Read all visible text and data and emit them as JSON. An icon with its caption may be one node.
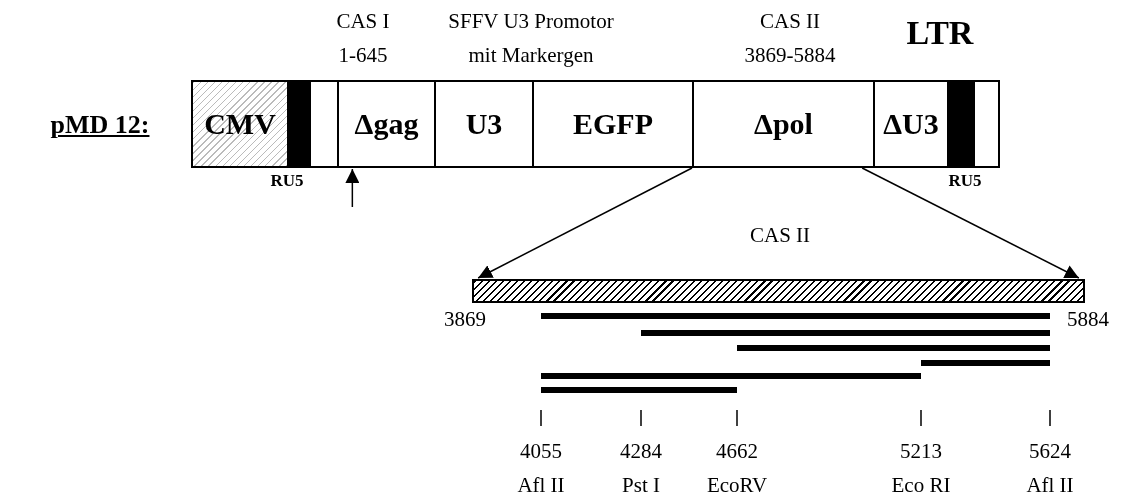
{
  "diagram": {
    "nodes": [
      {
        "text": [
          "CMV"
        ]
      },
      {
        "text": [],
        "shape": "bar",
        "beside": [
          "RU5"
        ]
      },
      {
        "text": [],
        "shape": "box"
      },
      {
        "text": [
          "Δgag"
        ],
        "beside": [
          "CAS I 1-645"
        ]
      },
      {
        "text": [
          "U3"
        ]
      },
      {
        "text": [
          "EGFP"
        ]
      },
      {
        "text": [
          "Δpol"
        ],
        "beside": [
          "CAS II 3869-5884"
        ]
      },
      {
        "text": [
          "ΔU3"
        ]
      },
      {
        "text": [],
        "shape": "bar",
        "beside": [
          "RU5"
        ]
      },
      {
        "text": [],
        "shape": "box"
      },
      {
        "text": [],
        "shape": "bar",
        "beside": [
          "CAS II",
          "3869",
          "5884"
        ]
      },
      {
        "text": [],
        "shape": "bar"
      },
      {
        "text": [],
        "shape": "bar"
      },
      {
        "text": [],
        "shape": "bar"
      },
      {
        "text": [],
        "shape": "bar"
      },
      {
        "text": [],
        "shape": "bar"
      },
      {
        "text": [],
        "shape": "bar"
      }
    ],
    "edges": [
      {
        "from": 6,
        "to": 10,
        "arrow": "to"
      },
      {
        "from": 6,
        "to": 10,
        "arrow": "to"
      },
      {
        "from": null,
        "to": 3,
        "arrow": "to"
      }
    ],
    "labels": [
      "pMD 12:",
      "SFFV U3 Promotor mit Markergen",
      "LTR",
      "4055 Afl II",
      "4284 Pst I",
      "4662 EcoRV",
      "5213 Eco RI",
      "5624 Afl II"
    ]
  }
}
